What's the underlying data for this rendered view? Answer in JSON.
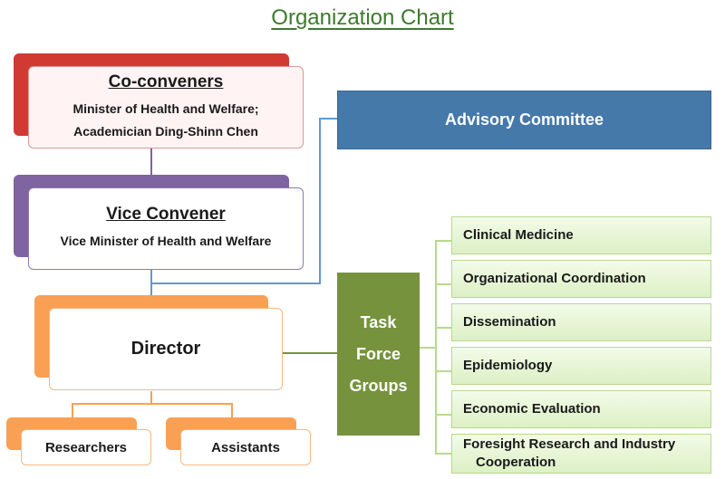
{
  "title": "Organization Chart",
  "co_conveners": {
    "heading": "Co-conveners",
    "line1": "Minister of Health and Welfare;",
    "line2": "Academician Ding-Shinn Chen"
  },
  "vice_convener": {
    "heading": "Vice Convener",
    "line1": "Vice Minister of Health and Welfare"
  },
  "advisory_committee": "Advisory Committee",
  "director": "Director",
  "researchers": "Researchers",
  "assistants": "Assistants",
  "task_force": {
    "line1": "Task",
    "line2": "Force",
    "line3": "Groups"
  },
  "groups": [
    {
      "line1": "Clinical Medicine"
    },
    {
      "line1": "Organizational Coordination"
    },
    {
      "line1": "Dissemination"
    },
    {
      "line1": "Epidemiology"
    },
    {
      "line1": "Economic Evaluation"
    },
    {
      "line1": "Foresight Research and Industry",
      "line2": "Cooperation"
    }
  ],
  "colors": {
    "co_conveners_accent": "#d03a33",
    "vice_convener_accent": "#8064a2",
    "director_accent": "#f9a054",
    "advisory": "#4579aa",
    "task_force": "#76923c",
    "group_fill": "#e3f3cd",
    "title": "#3d7a2e"
  }
}
